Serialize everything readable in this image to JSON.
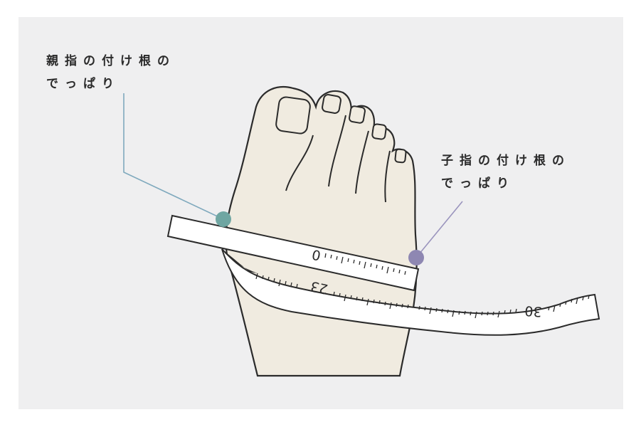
{
  "labels": {
    "big_toe_joint": {
      "line1": "親指の付け根の",
      "line2": "でっぱり"
    },
    "little_toe_joint": {
      "line1": "子指の付け根の",
      "line2": "でっぱり"
    }
  },
  "tape": {
    "zero": "0",
    "mark_23": "23",
    "mark_30": "30"
  },
  "colors": {
    "background": "#efeff0",
    "foot_fill": "#f0ebe0",
    "outline": "#2b2b2b",
    "tape_fill": "#ffffff",
    "big_toe_marker": "#6fa6a2",
    "big_toe_leader": "#7fa9bd",
    "little_toe_marker": "#8e87b2",
    "little_toe_leader": "#9a94bd"
  }
}
